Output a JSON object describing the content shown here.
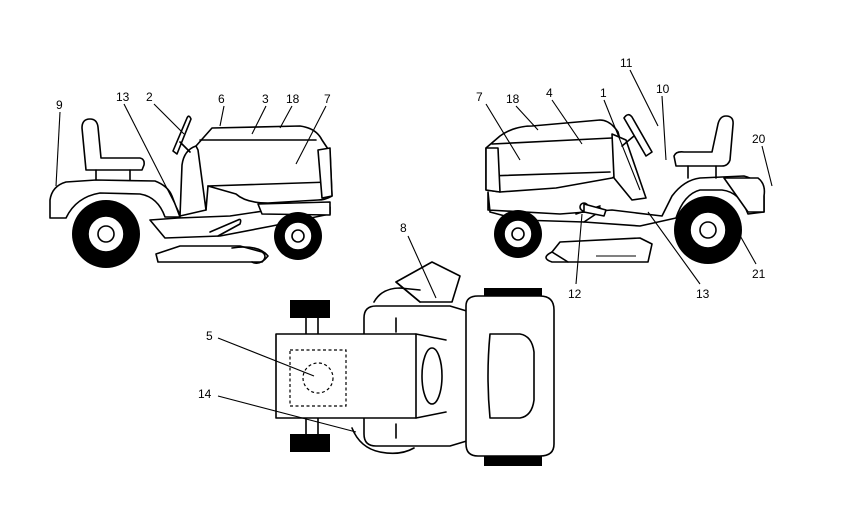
{
  "diagram": {
    "callouts": {
      "c1": "1",
      "c2": "2",
      "c3": "3",
      "c4": "4",
      "c5": "5",
      "c6": "6",
      "c7": "7",
      "c8": "8",
      "c9": "9",
      "c10": "10",
      "c11": "11",
      "c12": "12",
      "c13": "13",
      "c14": "14",
      "c18": "18",
      "c20": "20",
      "c21": "21"
    }
  }
}
